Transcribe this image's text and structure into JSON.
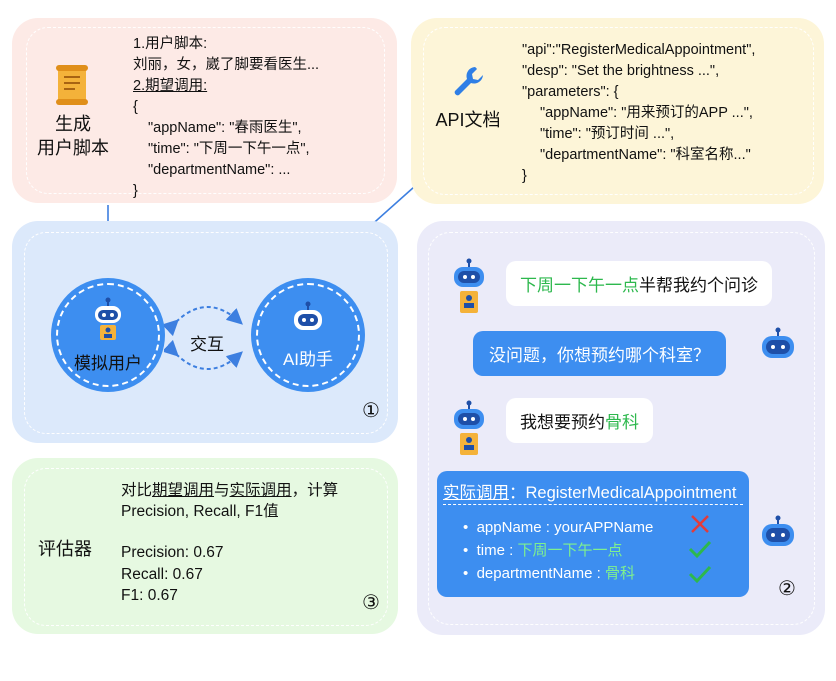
{
  "script_panel": {
    "title_line1": "生成",
    "title_line2": "用户脚本",
    "lines": [
      "1.用户脚本:",
      "刘丽，女，崴了脚要看医生...",
      "2.期望调用:",
      "{",
      "\"appName\": \"春雨医生\",",
      "\"time\": \"下周一下午一点\",",
      "\"departmentName\": ...",
      "}"
    ],
    "icon": "scroll-icon"
  },
  "api_panel": {
    "title": "API文档",
    "icon": "wrench-icon",
    "lines": [
      "\"api\":\"RegisterMedicalAppointment\",",
      "\"desp\": \"Set the brightness ...\",",
      "\"parameters\": {",
      "\"appName\": \"用来预订的APP ...\",",
      "\"time\": \"预订时间 ...\",",
      "\"departmentName\": \"科室名称...\"",
      "}"
    ]
  },
  "interaction_panel": {
    "user_label": "模拟用户",
    "assistant_label": "AI助手",
    "interaction_label": "交互",
    "step_number": "①"
  },
  "evaluator_panel": {
    "title": "评估器",
    "desc_prefix": "对比",
    "desc_expected": "期望调用",
    "desc_mid": "与",
    "desc_actual": "实际调用",
    "desc_suffix": "，计算",
    "desc_line2": "Precision, Recall, F1值",
    "precision": "Precision: 0.67",
    "recall": "Recall: 0.67",
    "f1": "F1: 0.67",
    "step_number": "③"
  },
  "chat_panel": {
    "messages": [
      {
        "role": "user",
        "highlight": "下周一下午一点",
        "text": "半帮我约个问诊"
      },
      {
        "role": "assistant",
        "text": "没问题，你想预约哪个科室？"
      },
      {
        "role": "user",
        "text": "我想要预约",
        "highlight": "骨科"
      }
    ],
    "call_card": {
      "label": "实际调用",
      "sep": "：",
      "api": "RegisterMedicalAppointment",
      "params": [
        {
          "key": "appName : ",
          "value": "yourAPPName",
          "correct": false
        },
        {
          "key": "time : ",
          "value": "下周一下午一点",
          "correct": true
        },
        {
          "key": "departmentName : ",
          "value": "骨科",
          "correct": true
        }
      ]
    },
    "step_number": "②"
  },
  "colors": {
    "script_bg": "#fdeae6",
    "api_bg": "#fdf5d8",
    "interaction_bg": "#dce9fb",
    "evaluator_bg": "#e6f9e1",
    "chat_bg": "#ebebf9",
    "accent_blue": "#3d8ef0",
    "green": "#2db84d",
    "red": "#e23b3b"
  }
}
